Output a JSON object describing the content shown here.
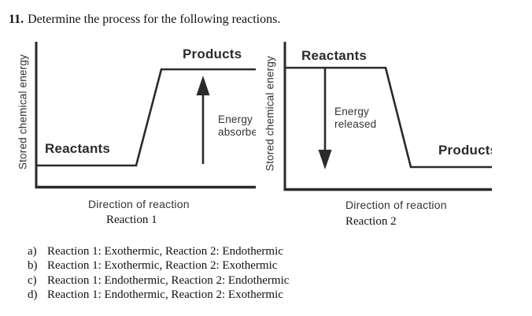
{
  "question": {
    "number": "11.",
    "text": "Determine the process for the following reactions."
  },
  "diagrams": [
    {
      "id": "reaction-1",
      "y_axis_label": "Stored chemical energy",
      "x_axis_label": "Direction of reaction",
      "caption": "Reaction 1",
      "reactants_label": "Reactants",
      "products_label": "Products",
      "arrow_direction": "up",
      "arrow_label": [
        "Energy",
        "absorbed"
      ]
    },
    {
      "id": "reaction-2",
      "y_axis_label": "Stored chemical energy",
      "x_axis_label": "Direction of reaction",
      "caption": "Reaction 2",
      "reactants_label": "Reactants",
      "products_label": "Products",
      "arrow_direction": "down",
      "arrow_label": [
        "Energy",
        "released"
      ]
    }
  ],
  "options": [
    {
      "letter": "a)",
      "text": "Reaction 1: Exothermic, Reaction 2: Endothermic"
    },
    {
      "letter": "b)",
      "text": "Reaction 1: Exothermic, Reaction 2: Exothermic"
    },
    {
      "letter": "c)",
      "text": "Reaction 1: Endothermic, Reaction 2: Endothermic"
    },
    {
      "letter": "d)",
      "text": "Reaction 1: Endothermic, Reaction 2: Exothermic"
    }
  ],
  "colors": {
    "line": "#2a2a2a",
    "diagram_text": "#333333",
    "document_text": "#111111",
    "background": "#ffffff"
  },
  "chart_data": [
    {
      "type": "line",
      "title": "Reaction 1",
      "xlabel": "Direction of reaction",
      "ylabel": "Stored chemical energy",
      "axes_numeric": false,
      "series": [
        {
          "name": "energy-profile",
          "qualitative_points": [
            {
              "stage": "Reactants",
              "level": "low"
            },
            {
              "stage": "transition",
              "level": "rising"
            },
            {
              "stage": "Products",
              "level": "high"
            }
          ]
        }
      ],
      "annotations": [
        {
          "text": "Energy absorbed",
          "arrow": "up"
        }
      ]
    },
    {
      "type": "line",
      "title": "Reaction 2",
      "xlabel": "Direction of reaction",
      "ylabel": "Stored chemical energy",
      "axes_numeric": false,
      "series": [
        {
          "name": "energy-profile",
          "qualitative_points": [
            {
              "stage": "Reactants",
              "level": "high"
            },
            {
              "stage": "transition",
              "level": "falling"
            },
            {
              "stage": "Products",
              "level": "low"
            }
          ]
        }
      ],
      "annotations": [
        {
          "text": "Energy released",
          "arrow": "down"
        }
      ]
    }
  ]
}
